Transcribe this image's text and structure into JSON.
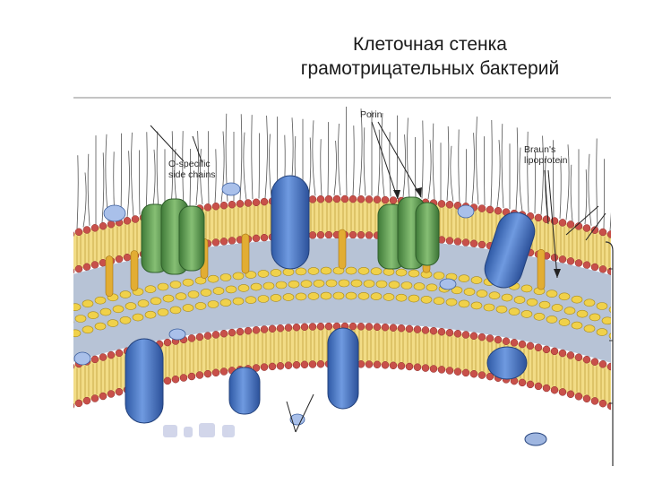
{
  "slide": {
    "title_line1": "Клеточная стенка",
    "title_line2": "грамотрицательных бактерий"
  },
  "diagram": {
    "labels": {
      "o_specific_1": "O-specific",
      "o_specific_2": "side chains",
      "porin": "Porin",
      "brauns_1": "Braun's",
      "brauns_2": "lipoprotein"
    },
    "colors": {
      "head_red": "#c8504a",
      "tail_yellow": "#ecd26a",
      "periplasm_blue": "#aab9cf",
      "protein_blue": "#4a77c4",
      "porin_green": "#5f9a52",
      "lipoprotein_orange": "#e2ad33",
      "peptidoglycan_yellow": "#f0d14a"
    }
  }
}
